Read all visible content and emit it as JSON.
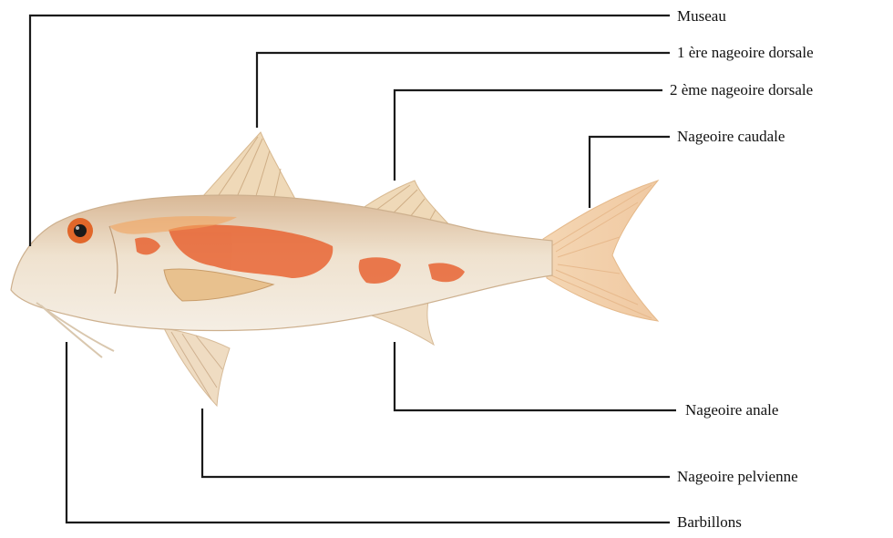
{
  "labels": {
    "museau": "Museau",
    "dorsal1": "1 ère nageoire dorsale",
    "dorsal2": "2 ème nageoire dorsale",
    "caudale": "Nageoire caudale",
    "anale": "Nageoire anale",
    "pelvienne": "Nageoire pelvienne",
    "barbillons": "Barbillons"
  },
  "colors": {
    "leader_line": "#1a1a1a",
    "body_base": "#efe3cf",
    "body_patch": "#e8602e",
    "fin": "#f1d9b8",
    "eye": "#d4551c"
  }
}
